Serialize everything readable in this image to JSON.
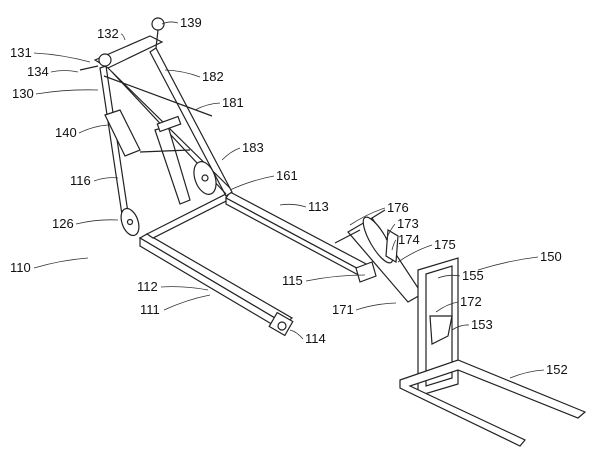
{
  "figure": {
    "labels": [
      "132",
      "139",
      "131",
      "134",
      "182",
      "130",
      "181",
      "140",
      "183",
      "116",
      "161",
      "126",
      "113",
      "176",
      "173",
      "174",
      "175",
      "150",
      "110",
      "115",
      "155",
      "112",
      "111",
      "171",
      "172",
      "153",
      "114",
      "152"
    ]
  }
}
